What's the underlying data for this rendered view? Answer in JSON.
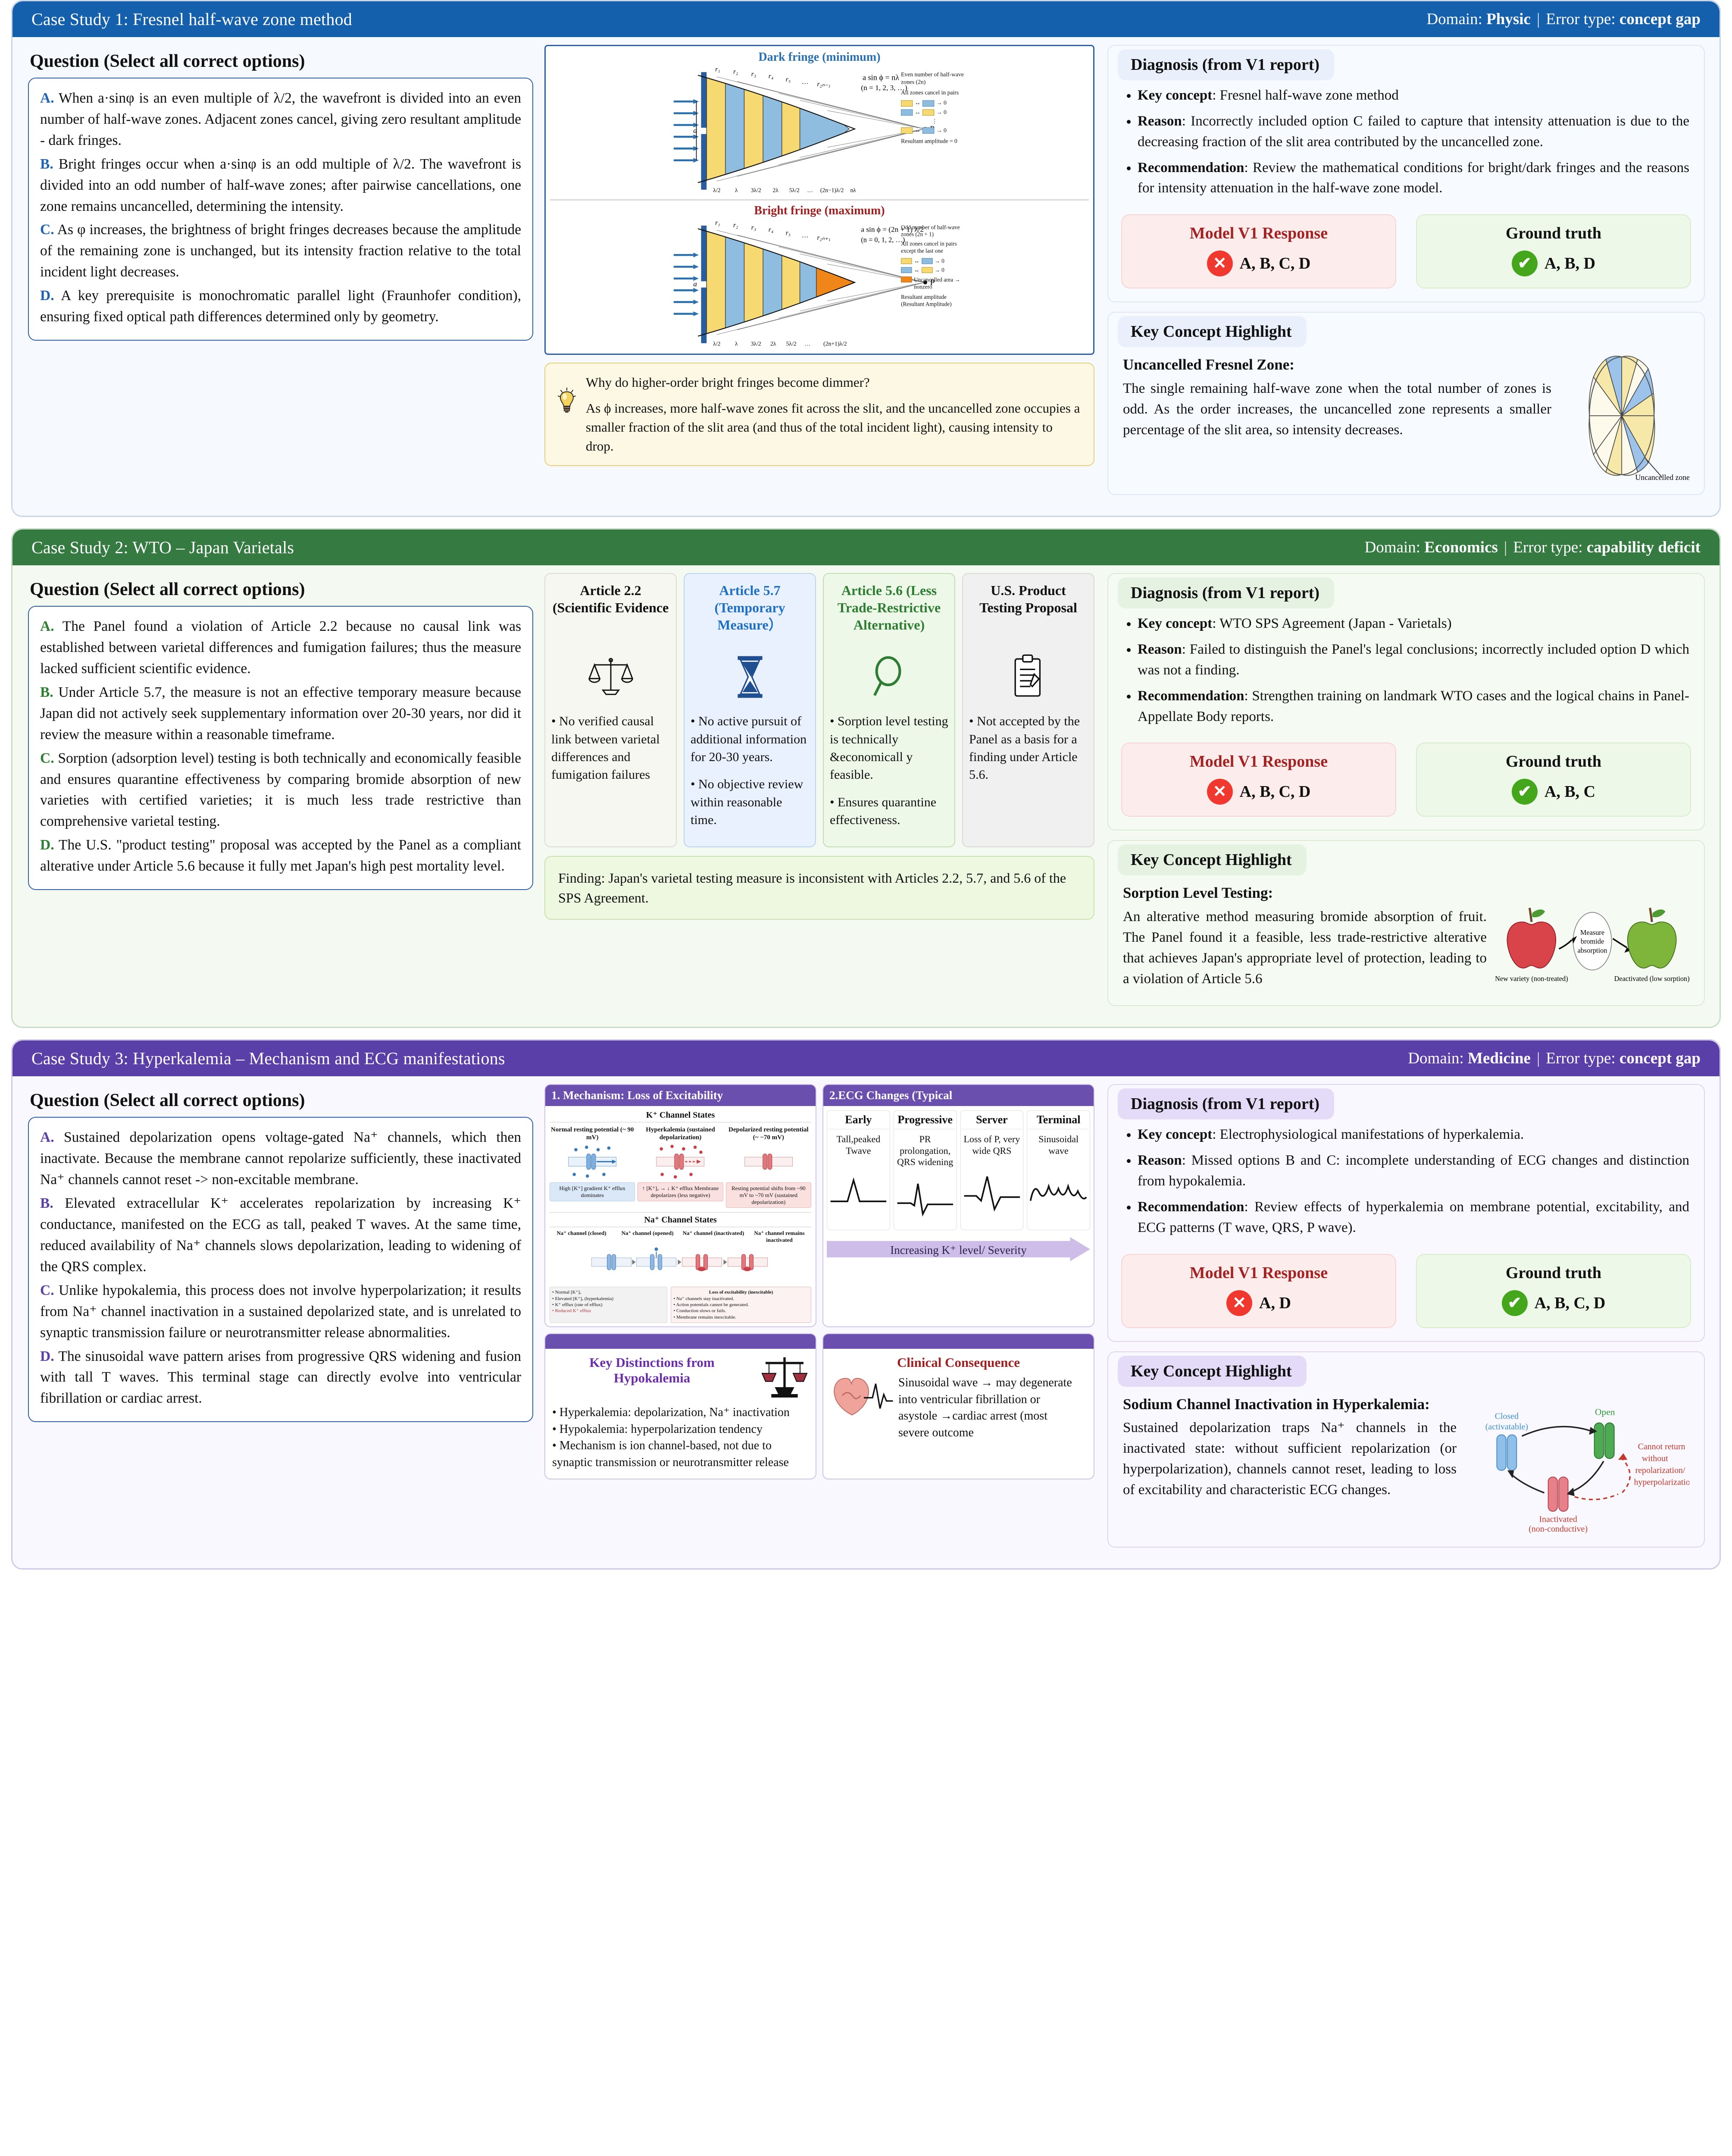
{
  "cases": [
    {
      "id": "case-1",
      "header": {
        "title": "Case Study 1: Fresnel half-wave zone method",
        "domain_label": "Domain: ",
        "domain_value": "Physic",
        "sep": "|",
        "error_label": "Error type: ",
        "error_value": "concept gap",
        "color": "#1560ad"
      },
      "question": {
        "heading": "Question (Select all correct options)",
        "options": [
          {
            "key": "A.",
            "text": "When a·sinφ is an even multiple of λ/2, the wavefront is divided into an even number of half-wave zones. Adjacent zones cancel, giving zero resultant amplitude - dark fringes."
          },
          {
            "key": "B.",
            "text": "Bright fringes occur when a·sinφ is an odd multiple of λ/2. The wavefront is divided into an odd number of half-wave zones; after pairwise cancellations, one zone remains uncancelled, determining the intensity."
          },
          {
            "key": "C.",
            "text": "As φ increases, the brightness of bright fringes decreases because the amplitude of the remaining zone is unchanged, but its intensity fraction relative to the total incident light decreases."
          },
          {
            "key": "D.",
            "text": "A key prerequisite is monochromatic parallel light (Fraunhofer condition), ensuring fixed optical path differences determined only by geometry."
          }
        ]
      },
      "figure": {
        "dark": {
          "title": "Dark fringe (minimum)",
          "ray_labels": [
            "r₁",
            "r₂",
            "r₃",
            "r₄",
            "r₅",
            "…",
            "r₂ₙ₋₁"
          ],
          "formula": "a sin ϕ = nλ",
          "formula_note": "(n = 1, 2, 3, …)",
          "legend_title": "Even number of half-wave zones (2n)",
          "legend_sub": "All zones cancel in pairs",
          "pairs": [
            "→ 0",
            "→ 0",
            "→ 0"
          ],
          "result": "Resultant amplitude = 0",
          "axis_ticks": [
            "λ/2",
            "λ",
            "3λ/2",
            "2λ",
            "5λ/2",
            "…",
            "(2n−1)λ/2",
            "nλ"
          ],
          "slit_label": "a",
          "point_label": "P"
        },
        "bright": {
          "title": "Bright fringe (maximum)",
          "ray_labels": [
            "r₁",
            "r₂",
            "r₃",
            "r₄",
            "r₅",
            "…",
            "r₂ₙ₊₁"
          ],
          "formula": "a sin ϕ = (2n + 1) λ/2",
          "formula_note": "(n = 0, 1, 2, …)",
          "legend_title": "Odd number of half-wave zones (2n + 1)",
          "legend_sub": "All zones cancel in pairs except the last one",
          "uncancelled": "Uncancelled area → nonzero",
          "result": "Resultant amplitude (Resultant Amplitude)",
          "axis_ticks": [
            "λ/2",
            "λ",
            "3λ/2",
            "2λ",
            "5λ/2",
            "…",
            "(2n+1)λ/2"
          ],
          "slit_label": "a",
          "point_label": "P"
        },
        "note": {
          "icon": "lightbulb-icon",
          "question": "Why do higher-order bright fringes become dimmer?",
          "answer": "As ϕ increases, more half-wave zones fit across the slit, and the uncancelled zone occupies a smaller fraction of the slit area (and thus of the total incident light), causing intensity to drop."
        }
      },
      "diagnosis": {
        "heading": "Diagnosis (from V1 report)",
        "items": [
          {
            "label": "Key concept",
            "text": ": Fresnel half-wave zone method"
          },
          {
            "label": "Reason",
            "text": ":  Incorrectly included option C  failed to capture that intensity attenuation is due to the decreasing fraction of the slit area contributed by the uncancelled zone."
          },
          {
            "label": "Recommendation",
            "text": ": Review the mathematical conditions for bright/dark fringes and the reasons for intensity attenuation in the half-wave zone model."
          }
        ]
      },
      "answers": {
        "model_title": "Model V1 Response",
        "model_value": "A, B, C, D",
        "truth_title": "Ground truth",
        "truth_value": "A, B, D"
      },
      "key_concept": {
        "heading": "Key Concept Highlight",
        "title": "Uncancelled Fresnel Zone:",
        "text": "The single remaining half-wave zone when the total number of zones is odd. As the order increases, the uncancelled zone represents a smaller percentage of the slit area, so intensity decreases.",
        "art_label": "Uncancelled zone"
      }
    },
    {
      "id": "case-2",
      "header": {
        "title": "Case Study 2: WTO – Japan Varietals",
        "domain_label": "Domain: ",
        "domain_value": "Economics",
        "sep": "|",
        "error_label": "Error type: ",
        "error_value": "capability deficit",
        "color": "#357a41"
      },
      "question": {
        "heading": "Question (Select all correct options)",
        "options": [
          {
            "key": "A.",
            "text": "The Panel found a violation of Article 2.2 because no causal link was established between varietal differences and fumigation failures; thus the measure lacked sufficient scientific evidence."
          },
          {
            "key": "B.",
            "text": "Under Article 5.7, the measure is not an effective temporary measure because Japan did not actively seek supplementary information over 20-30 years, nor did it review the measure within a reasonable timeframe."
          },
          {
            "key": "C.",
            "text": "Sorption (adsorption level) testing is both technically and economically feasible and ensures quarantine effectiveness by comparing bromide absorption of new varieties with certified varieties; it is much less trade restrictive than comprehensive varietal testing."
          },
          {
            "key": "D.",
            "text": "The U.S. \"product testing\" proposal was accepted by the Panel as a compliant alterative under Article 5.6 because it fully met Japan's high pest mortality level."
          }
        ]
      },
      "cards": [
        {
          "style": "a22",
          "title": "Article 2.2 (Scientific Evidence",
          "icon": "scales-icon",
          "bullets": [
            "• No verified causal link between varietal differences and fumigation failures"
          ]
        },
        {
          "style": "a57",
          "title": "Article 5.7 (Temporary Measure）",
          "icon": "hourglass-icon",
          "bullets": [
            "• No active pursuit of additional information for 20-30 years.",
            "• No objective review within reasonable time."
          ]
        },
        {
          "style": "a56",
          "title": "Article 5.6 (Less Trade-Restrictive Alternative)",
          "icon": "magnifier-icon",
          "bullets": [
            "• Sorption level testing is technically &economicall y feasible.",
            "• Ensures quarantine effectiveness."
          ]
        },
        {
          "style": "us",
          "title": "U.S. Product Testing Proposal",
          "icon": "clipboard-icon",
          "bullets": [
            "• Not accepted by the Panel as a basis for a finding under Article 5.6."
          ]
        }
      ],
      "finding": "Finding: Japan's varietal testing measure is inconsistent with Articles 2.2, 5.7, and 5.6 of the SPS Agreement.",
      "diagnosis": {
        "heading": "Diagnosis (from V1 report)",
        "items": [
          {
            "label": "Key concept",
            "text": ": WTO SPS Agreement (Japan - Varietals)"
          },
          {
            "label": "Reason",
            "text": ": Failed to distinguish the Panel's legal conclusions; incorrectly included option D which was not a finding."
          },
          {
            "label": "Recommendation",
            "text": ": Strengthen training on landmark WTO cases and the logical chains in Panel-Appellate Body reports."
          }
        ]
      },
      "answers": {
        "model_title": "Model V1 Response",
        "model_value": "A, B, C, D",
        "truth_title": "Ground truth",
        "truth_value": "A, B, C"
      },
      "key_concept": {
        "heading": "Key Concept Highlight",
        "title": "Sorption Level Testing:",
        "text": "An alterative method measuring bromide absorption of fruit. The Panel found it a feasible, less trade-restrictive alterative that achieves Japan's appropriate level of protection, leading to a violation of Article 5.6",
        "art": {
          "left_caption": "New variety (non-treated)",
          "center_caption": "Measure bromide absorption",
          "right_caption": "Deactivated (low sorption)"
        }
      }
    },
    {
      "id": "case-3",
      "header": {
        "title": "Case Study 3: Hyperkalemia – Mechanism and ECG manifestations",
        "domain_label": "Domain: ",
        "domain_value": "Medicine",
        "sep": "|",
        "error_label": "Error type: ",
        "error_value": "concept gap",
        "color": "#5b3fa8"
      },
      "question": {
        "heading": "Question (Select all correct options)",
        "options": [
          {
            "key": "A.",
            "text": "Sustained depolarization opens voltage-gated Na⁺ channels, which then inactivate. Because the membrane cannot repolarize sufficiently, these inactivated Na⁺ channels cannot reset -> non-excitable membrane."
          },
          {
            "key": "B.",
            "text": "Elevated extracellular K⁺ accelerates repolarization by increasing K⁺ conductance, manifested on the ECG as tall, peaked T waves. At the same time, reduced availability of Na⁺ channels slows depolarization, leading to widening of the QRS complex."
          },
          {
            "key": "C.",
            "text": "Unlike hypokalemia, this process does not involve hyperpolarization; it results from Na⁺ channel inactivation in a sustained depolarized state, and is unrelated to synaptic transmission failure or neurotransmitter release abnormalities."
          },
          {
            "key": "D.",
            "text": "The sinusoidal wave pattern arises from progressive QRS widening and fusion with tall T waves. This terminal stage can directly evolve into ventricular fibrillation or cardiac arrest."
          }
        ]
      },
      "mechanism": {
        "heading": "1. Mechanism: Loss of Excitability",
        "k_section": "K⁺ Channel States",
        "k_states": [
          {
            "title": "Normal resting potential (~ 90 mV)",
            "note": "High [K⁺] gradient K⁺ efflux dominates"
          },
          {
            "title": "Hyperkalemia (sustained depolarization)",
            "note": "↑ [K⁺]ₒ → ↓ K⁺ efflux Membrane depolarizes (less negative)"
          },
          {
            "title": "Depolarized resting potential (~ −70 mV)",
            "note": "Resting potential shifts from ~90 mV to ~70 mV (sustained depolarization)"
          }
        ],
        "na_section": "Na⁺ Channel States",
        "na_states": [
          "Na⁺ channel (closed)",
          "Na⁺ channel (opened)",
          "Na⁺ channel (inactivated)",
          "Na⁺ channel remains inactivated"
        ],
        "loss_title": "Loss of excitability (inexcitable)",
        "loss_bullets": [
          "• Na⁺ channels stay inactivated.",
          "• Action potentials cannot be generated.",
          "• Conduction slows or fails.",
          "• Membrane remains inexcitable."
        ],
        "legend": [
          "• Normal [K⁺]ₒ",
          "• Elevated [K⁺]ₒ (hyperkalemia)",
          "• K⁺ efflux (rate of efflux)",
          "• Reduced K⁺ efflux"
        ]
      },
      "ecg": {
        "heading": "2.ECG Changes (Typical",
        "columns": [
          {
            "stage": "Early",
            "desc": "Tall,peaked Twave"
          },
          {
            "stage": "Progressive",
            "desc": "PR prolongation, QRS widening"
          },
          {
            "stage": "Server",
            "desc": "Loss of P, very wide QRS"
          },
          {
            "stage": "Terminal",
            "desc": "Sinusoidal wave"
          }
        ],
        "arrow_label": "Increasing K⁺ level/ Severity"
      },
      "bottom_panels": [
        {
          "title": "Key Distinctions from Hypokalemia",
          "title_color": "purple",
          "icon": "balance-scale-icon",
          "bullets": [
            "• Hyperkalemia: depolarization, Na⁺ inactivation",
            "• Hypokalemia: hyperpolarization tendency",
            "• Mechanism is ion channel-based, not due to synaptic transmission or neurotransmitter release"
          ]
        },
        {
          "title": "Clinical Consequence",
          "title_color": "red",
          "icon": "heart-ecg-icon",
          "bullets": [
            "Sinusoidal wave → may degenerate into ventricular fibrillation or asystole →cardiac arrest (most severe outcome"
          ]
        }
      ],
      "diagnosis": {
        "heading": "Diagnosis (from V1 report)",
        "items": [
          {
            "label": "Key concept",
            "text": ":       Electrophysiological manifestations of hyperkalemia."
          },
          {
            "label": "Reason",
            "text": ": Missed options B and C: incomplete understanding of ECG changes and distinction from hypokalemia."
          },
          {
            "label": "Recommendation",
            "text": ": Review effects of hyperkalemia on membrane potential, excitability, and ECG patterns (T wave, QRS, P wave)."
          }
        ]
      },
      "answers": {
        "model_title": "Model V1 Response",
        "model_value": "A, D",
        "truth_title": "Ground truth",
        "truth_value": "A, B, C, D"
      },
      "key_concept": {
        "heading": "Key Concept Highlight",
        "title": "Sodium Channel Inactivation in Hyperkalemia:",
        "text": "Sustained depolarization traps Na⁺ channels in the inactivated state: without sufficient repolarization (or hyperpolarization), channels cannot reset, leading to loss of excitability and characteristic ECG changes.",
        "art": {
          "closed": "Closed (activatable)",
          "open": "Open",
          "inactivated": "Inactivated (non-conductive)",
          "cannot": "Cannot return without repolarization/ hyperpolarization"
        }
      }
    }
  ],
  "icons": {
    "check": "✔",
    "cross": "✕"
  }
}
